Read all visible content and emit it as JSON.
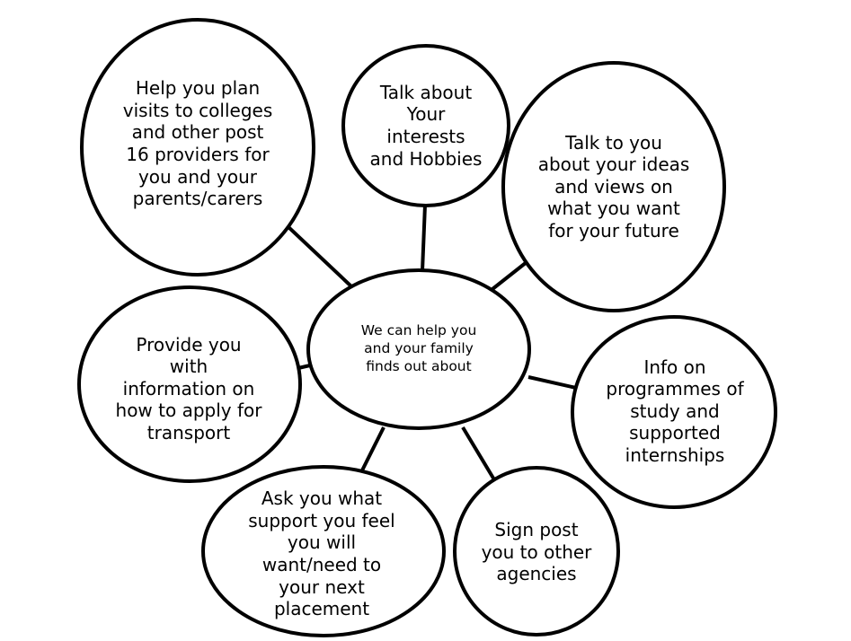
{
  "colors": {
    "stroke": "#000000",
    "fill": "#ffffff",
    "text": "#000000"
  },
  "center": {
    "text": "We can help you\nand your family\nfinds out about"
  },
  "nodes": [
    {
      "id": "plan-visits",
      "text": "Help you plan\nvisits to colleges\nand other post\n16 providers for\nyou and your\nparents/carers"
    },
    {
      "id": "interests",
      "text": "Talk about\nYour\ninterests\nand Hobbies"
    },
    {
      "id": "ideas-views",
      "text": "Talk to you\nabout your ideas\nand views on\nwhat you want\nfor your future"
    },
    {
      "id": "transport",
      "text": "Provide you\nwith\ninformation on\nhow to apply for\ntransport"
    },
    {
      "id": "programmes",
      "text": "Info on\nprogrammes of\nstudy and\nsupported\ninternships"
    },
    {
      "id": "support",
      "text": "Ask you what\nsupport you feel\nyou will\nwant/need to\nyour next\nplacement"
    },
    {
      "id": "signpost",
      "text": "Sign post\nyou to other\nagencies"
    }
  ]
}
